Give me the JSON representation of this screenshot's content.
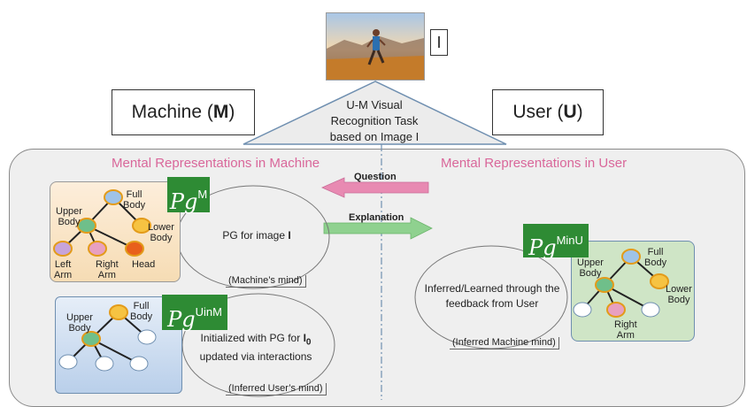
{
  "top": {
    "image_label": "I"
  },
  "machine_label": {
    "pre": "Machine (",
    "bold": "M",
    "post": ")"
  },
  "user_label": {
    "pre": "User (",
    "bold": "U",
    "post": ")"
  },
  "task": {
    "line1": "U-M Visual",
    "line2": "Recognition Task",
    "line3": "based on Image I"
  },
  "titles": {
    "machine": "Mental Representations in Machine",
    "user": "Mental Representations in User"
  },
  "arrows": {
    "question": "Question",
    "explanation": "Explanation"
  },
  "pg_m": {
    "base": "Pg",
    "sup": "M"
  },
  "pg_uinm": {
    "base": "Pg",
    "sup": "UinM"
  },
  "pg_minu": {
    "base": "Pg",
    "sup": "MinU"
  },
  "tree_m": {
    "full": [
      "Full",
      "Body"
    ],
    "upper": [
      "Upper",
      "Body"
    ],
    "lower": [
      "Lower",
      "Body"
    ],
    "left_arm": [
      "Left",
      "Arm"
    ],
    "right_arm": [
      "Right",
      "Arm"
    ],
    "head": "Head"
  },
  "tree_uinm": {
    "upper": [
      "Upper",
      "Body"
    ],
    "full": [
      "Full",
      "Body"
    ]
  },
  "tree_minu": {
    "upper": [
      "Upper",
      "Body"
    ],
    "full": [
      "Full",
      "Body"
    ],
    "lower": [
      "Lower",
      "Body"
    ],
    "right_arm": [
      "Right",
      "Arm"
    ]
  },
  "mind_m": {
    "text_pre": "PG for image ",
    "text_bold": "I",
    "caption": "(Machine’s mind)"
  },
  "mind_uinm": {
    "line1_pre": "Initialized with PG for ",
    "line1_bold": "I",
    "line1_sub": "0",
    "line2": "updated via  interactions",
    "caption": "(Inferred User’s mind)"
  },
  "mind_minu": {
    "line1": "Inferred/Learned through the",
    "line2": "feedback from User",
    "caption": "(Inferred Machine mind)"
  },
  "colors": {
    "title_pink": "#d9679a",
    "pg_green": "#2e8b34",
    "question_arrow": "#e88ab2",
    "explanation_arrow": "#8fd18f"
  }
}
